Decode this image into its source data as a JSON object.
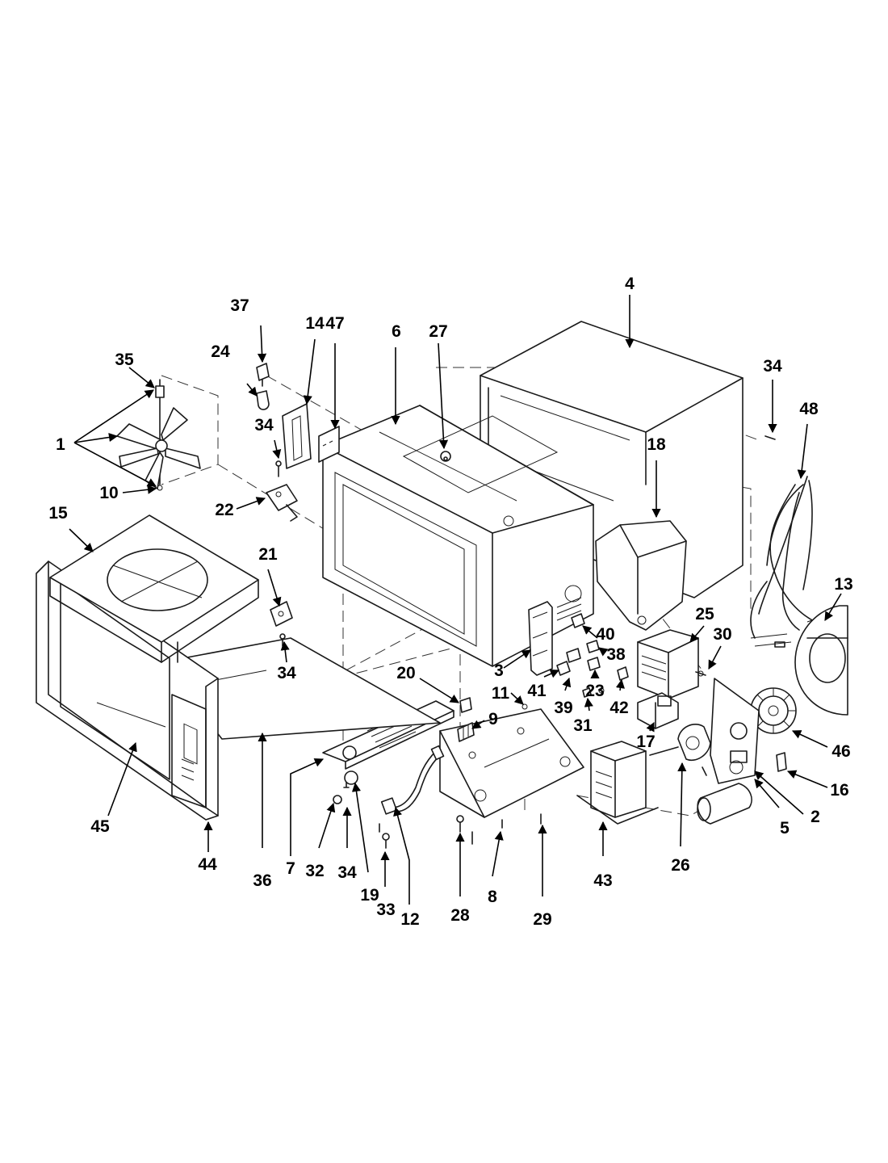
{
  "callouts": {
    "c1": "1",
    "c2": "2",
    "c3": "3",
    "c4": "4",
    "c5": "5",
    "c6": "6",
    "c7": "7",
    "c8": "8",
    "c9": "9",
    "c10": "10",
    "c11": "11",
    "c12": "12",
    "c13": "13",
    "c14": "14",
    "c15": "15",
    "c16": "16",
    "c17": "17",
    "c18": "18",
    "c19": "19",
    "c20": "20",
    "c21": "21",
    "c22": "22",
    "c23": "23",
    "c24": "24",
    "c25": "25",
    "c26": "26",
    "c27": "27",
    "c28": "28",
    "c29": "29",
    "c30": "30",
    "c31": "31",
    "c32": "32",
    "c33": "33",
    "c34": "34",
    "c35": "35",
    "c36": "36",
    "c37": "37",
    "c38": "38",
    "c39": "39",
    "c40": "40",
    "c41": "41",
    "c42": "42",
    "c43": "43",
    "c44": "44",
    "c45": "45",
    "c46": "46",
    "c47": "47",
    "c48": "48"
  },
  "colors": {
    "line": "#1a1a1a",
    "background": "#ffffff"
  }
}
